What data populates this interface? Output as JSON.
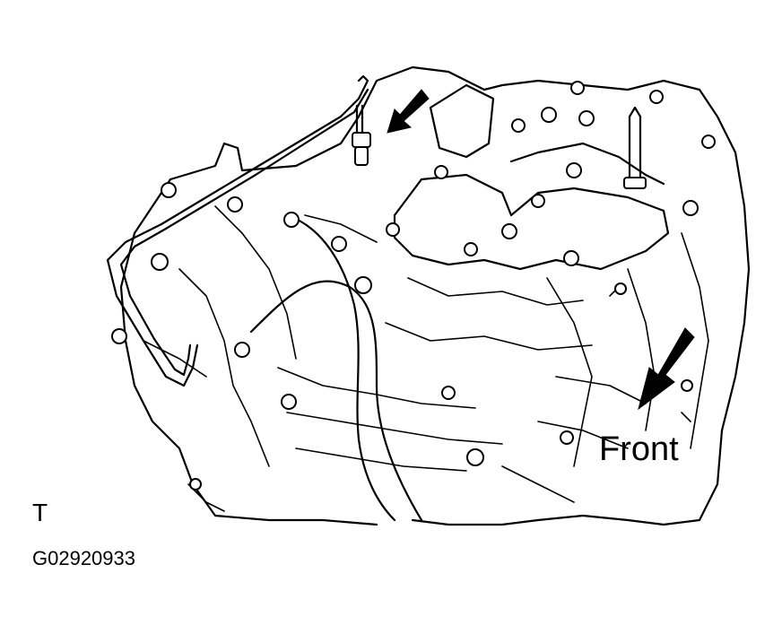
{
  "labels": {
    "front": "Front",
    "view_code": "T",
    "figure_id": "G02920933"
  },
  "colors": {
    "line": "#000000",
    "background": "#ffffff"
  },
  "icons": [
    "arrow-icon",
    "front-arrow-icon"
  ]
}
